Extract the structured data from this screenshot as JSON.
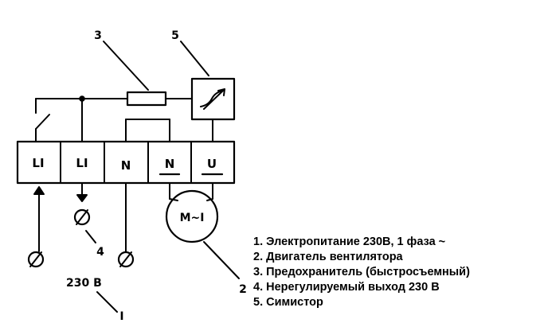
{
  "terminals": [
    {
      "label": "LI"
    },
    {
      "label": "LI"
    },
    {
      "label": "N"
    },
    {
      "label": "N"
    },
    {
      "label": "U"
    }
  ],
  "callouts": {
    "fuse": "3",
    "triac": "5",
    "output": "4",
    "motor": "2",
    "supply": "I"
  },
  "motor_label": "M~I",
  "supply_voltage": "230 В",
  "legend": [
    "1. Электропитание 230В, 1 фаза ~",
    "2. Двигатель вентилятора",
    "3. Предохранитель (быстросъемный)",
    "4. Нерегулируемый выход 230 В",
    "5. Симистор"
  ]
}
